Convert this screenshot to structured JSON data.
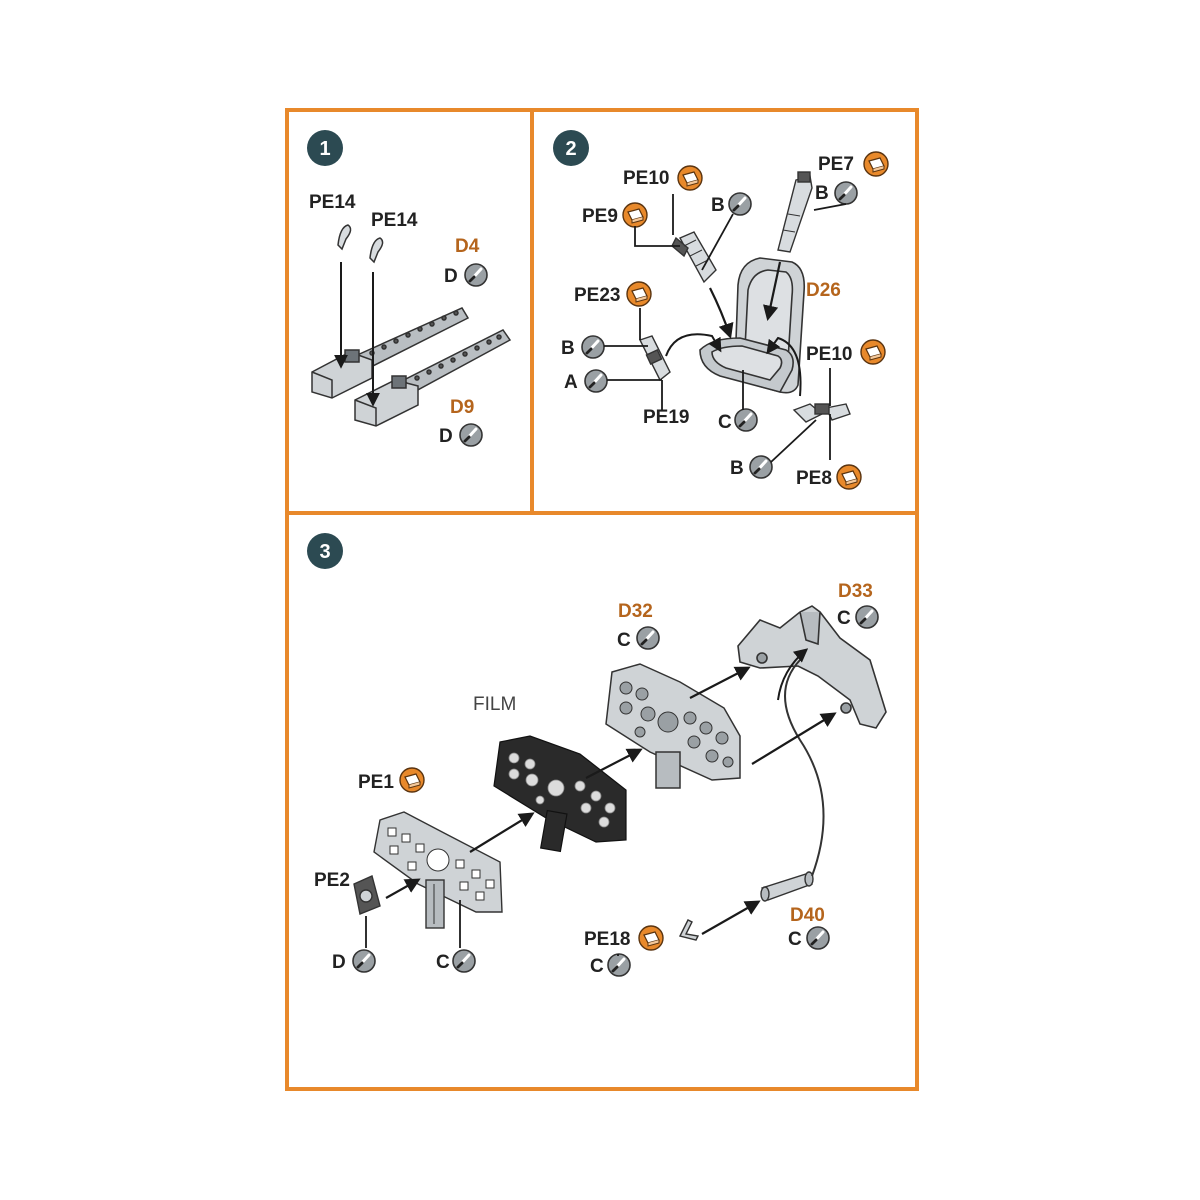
{
  "colors": {
    "frame": "#e8892b",
    "step_badge": "#2c4a52",
    "pe_badge": "#e8892b",
    "part_gray": "#cfd3d6",
    "part_dark": "#2a2a2a",
    "label_orange": "#b5651d"
  },
  "steps": [
    {
      "number": "1",
      "labels": {
        "pe14_a": "PE14",
        "pe14_b": "PE14",
        "d4": "D4",
        "d4_color": "D",
        "d9": "D9",
        "d9_color": "D"
      }
    },
    {
      "number": "2",
      "labels": {
        "pe10_top": "PE10",
        "pe7": "PE7",
        "pe7_color": "B",
        "pe9": "PE9",
        "b_strap": "B",
        "d26": "D26",
        "pe23": "PE23",
        "b_left": "B",
        "a_left": "A",
        "pe19": "PE19",
        "c_seat": "C",
        "pe10_right": "PE10",
        "b_bottom": "B",
        "pe8": "PE8"
      }
    },
    {
      "number": "3",
      "labels": {
        "film": "FILM",
        "d32": "D32",
        "d32_color": "C",
        "d33": "D33",
        "d33_color": "C",
        "pe1": "PE1",
        "pe2": "PE2",
        "pe2_color": "D",
        "pe1_color": "C",
        "pe18": "PE18",
        "pe18_color": "C",
        "d40": "D40",
        "d40_color": "C"
      }
    }
  ],
  "icons": [
    "paint-color-icon",
    "photo-etch-icon",
    "arrow-icon"
  ]
}
